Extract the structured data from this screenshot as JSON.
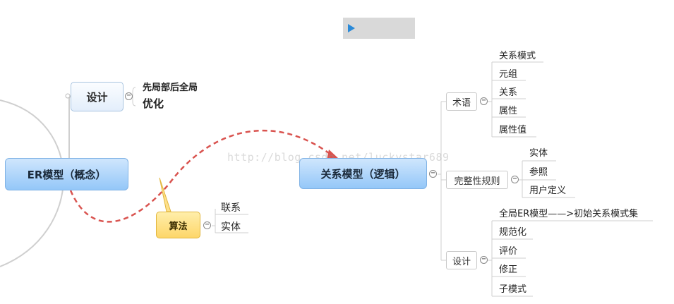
{
  "watermark": "http://blog.csdn.net/luckystar689",
  "nodes": {
    "er_model": "ER模型（概念）",
    "design_left": "设计",
    "design_left_note_1": "先局部后全局",
    "design_left_note_2": "优化",
    "algorithm": "算法",
    "algorithm_children": [
      "联系",
      "实体"
    ],
    "relation_model": "关系模型（逻辑）",
    "terms": "术语",
    "terms_children": [
      "关系模式",
      "元组",
      "关系",
      "属性",
      "属性值"
    ],
    "integrity": "完整性规则",
    "integrity_children": [
      "实体",
      "参照",
      "用户定义"
    ],
    "design_right": "设计",
    "design_right_children": [
      "全局ER模型——>初始关系模式集",
      "规范化",
      "评价",
      "修正",
      "子模式"
    ]
  },
  "colors": {
    "connector": "#cfcfcf",
    "dashed_arrow": "#d9534f",
    "blue_node": "#94c7f8",
    "yellow_node": "#fdd66a"
  }
}
